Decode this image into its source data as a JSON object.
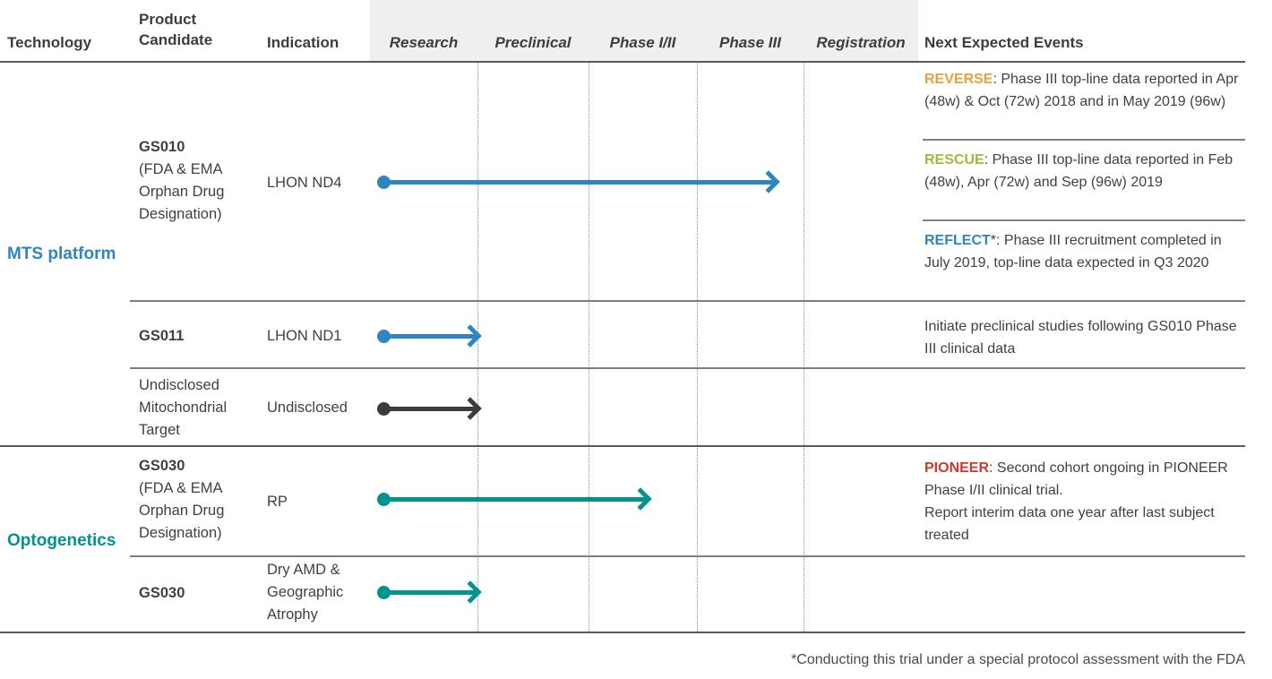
{
  "colors": {
    "blue": "#2E86C1",
    "teal": "#00938F",
    "dark_arrow": "#3B3B3B",
    "orange": "#E9A23B",
    "green": "#A3B83A",
    "red": "#C93A31",
    "header_band": "#EFEFEF"
  },
  "header": {
    "technology": "Technology",
    "product_line1": "Product",
    "product_line2": "Candidate",
    "indication": "Indication",
    "phases": [
      {
        "label": "Research"
      },
      {
        "label": "Preclinical"
      },
      {
        "label": "Phase I/II"
      },
      {
        "label": "Phase III"
      },
      {
        "label": "Registration"
      }
    ],
    "next_events": "Next Expected Events"
  },
  "technologies": [
    {
      "label": "MTS platform",
      "color": "#2E86C1"
    },
    {
      "label": "Optogenetics",
      "color": "#00938F"
    }
  ],
  "rows": [
    {
      "candidate": [
        "GS010",
        "(FDA & EMA",
        "Orphan Drug",
        "Designation)"
      ],
      "indication": [
        "LHON ND4"
      ],
      "arrow": {
        "reaches": "Phase III",
        "color": "#2E86C1"
      }
    },
    {
      "candidate": [
        "GS011"
      ],
      "indication": [
        "LHON ND1"
      ],
      "arrow": {
        "reaches": "Research",
        "color": "#2E86C1"
      }
    },
    {
      "candidate": [
        "Undisclosed",
        "Mitochondrial",
        "Target"
      ],
      "indication": [
        "Undisclosed"
      ],
      "arrow": {
        "reaches": "Research",
        "color": "#3B3B3B"
      }
    },
    {
      "candidate": [
        "GS030",
        "(FDA & EMA",
        "Orphan Drug",
        "Designation)"
      ],
      "indication": [
        "RP"
      ],
      "arrow": {
        "reaches": "Phase I/II",
        "color": "#00938F"
      }
    },
    {
      "candidate": [
        "GS030"
      ],
      "indication": [
        "Dry AMD &",
        "Geographic",
        "Atrophy"
      ],
      "arrow": {
        "reaches": "Research",
        "color": "#00938F"
      }
    }
  ],
  "events": [
    {
      "tag": "REVERSE",
      "tag_color": "#E9A23B",
      "text": ": Phase III top-line data reported in Apr (48w) & Oct (72w) 2018 and in May 2019 (96w)"
    },
    {
      "tag": "RESCUE",
      "tag_color": "#A3B83A",
      "text": ": Phase III top-line data reported in Feb (48w), Apr (72w) and Sep (96w) 2019"
    },
    {
      "tag": "REFLECT",
      "tag_color": "#2E86C1",
      "text": "*: Phase III recruitment completed in July 2019, top-line data expected in Q3 2020"
    },
    {
      "text": "Initiate preclinical studies following GS010 Phase III clinical data"
    },
    {
      "tag": "PIONEER",
      "tag_color": "#C93A31",
      "text": ": Second cohort ongoing in PIONEER Phase I/II clinical trial.",
      "text2": "Report interim data one year after last subject treated"
    }
  ],
  "footnote": "*Conducting this trial under a special protocol assessment with the FDA"
}
